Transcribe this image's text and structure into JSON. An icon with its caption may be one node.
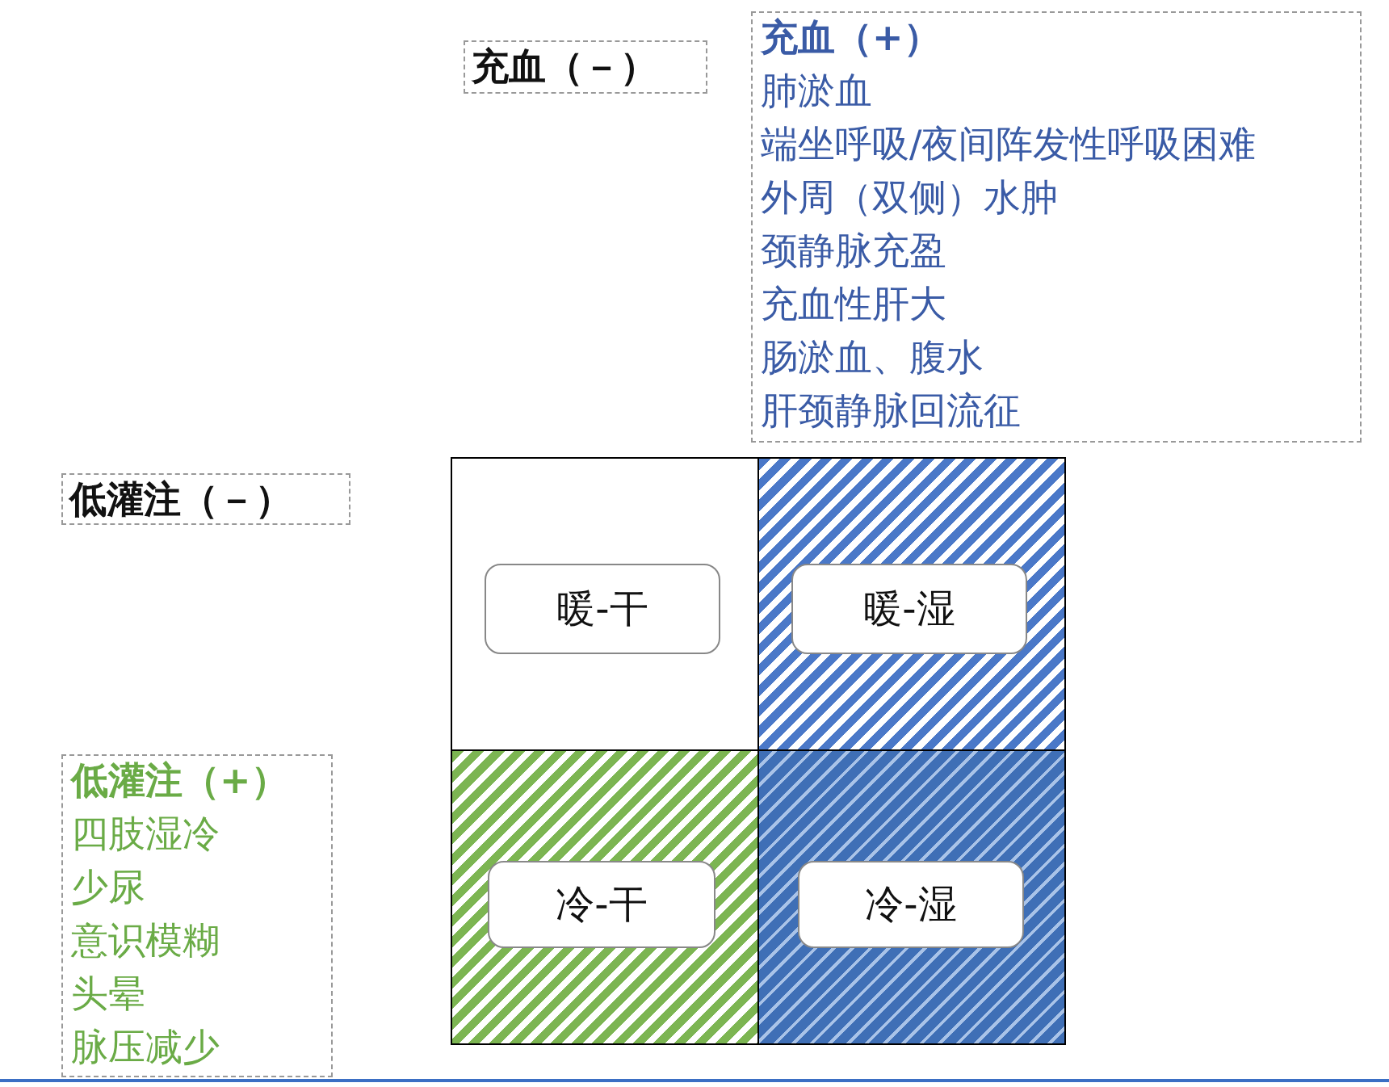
{
  "diagram": {
    "nodes": [
      {
        "text": [
          "充血（－）"
        ]
      },
      {
        "text": [
          "充血（+）",
          "肺淤血",
          "端坐呼吸/夜间阵发性呼吸困难",
          "外周（双侧）水肿",
          "颈静脉充盈",
          "充血性肝大",
          "肠淤血、腹水",
          "肝颈静脉回流征"
        ]
      },
      {
        "text": [
          "低灌注（－）"
        ]
      },
      {
        "text": [],
        "shape": "box"
      },
      {
        "text": [
          "暖-干"
        ],
        "in": 3
      },
      {
        "text": [],
        "shape": "box"
      },
      {
        "text": [
          "暖-湿"
        ],
        "in": 5
      },
      {
        "text": [
          "低灌注（+）",
          "四肢湿冷",
          "少尿",
          "意识模糊",
          "头晕",
          "脉压减少"
        ]
      },
      {
        "text": [],
        "shape": "box"
      },
      {
        "text": [
          "冷-干"
        ],
        "in": 8
      },
      {
        "text": [],
        "shape": "box"
      },
      {
        "text": [
          "冷-湿"
        ],
        "in": 10
      }
    ]
  }
}
